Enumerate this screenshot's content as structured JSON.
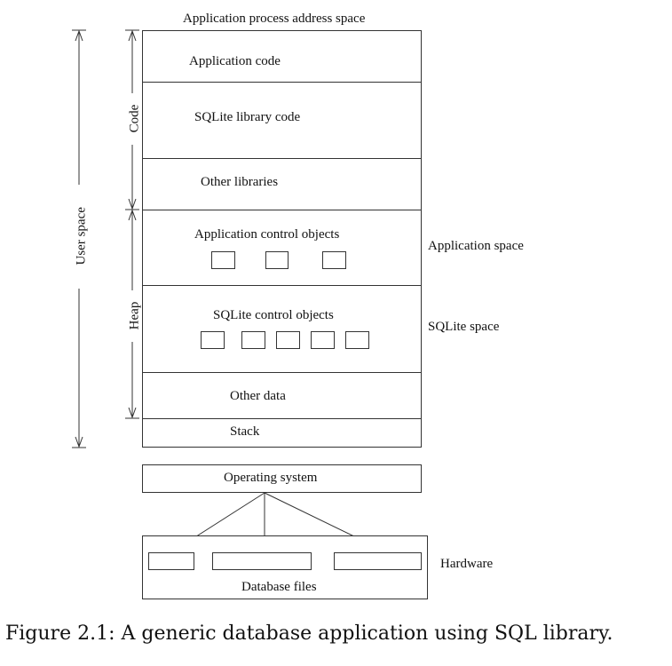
{
  "title": "Application process address space",
  "segments": {
    "application_code": "Application code",
    "sqlite_library_code": "SQLite library code",
    "other_libraries": "Other libraries",
    "application_control_objects": "Application control objects",
    "sqlite_control_objects": "SQLite control objects",
    "other_data": "Other data",
    "stack": "Stack"
  },
  "brackets": {
    "code": "Code",
    "heap": "Heap",
    "user_space": "User space"
  },
  "side_labels": {
    "application_space": "Application space",
    "sqlite_space": "SQLite space",
    "hardware": "Hardware"
  },
  "operating_system": "Operating system",
  "database_files": "Database files",
  "caption": "Figure 2.1: A generic database application using SQL library."
}
